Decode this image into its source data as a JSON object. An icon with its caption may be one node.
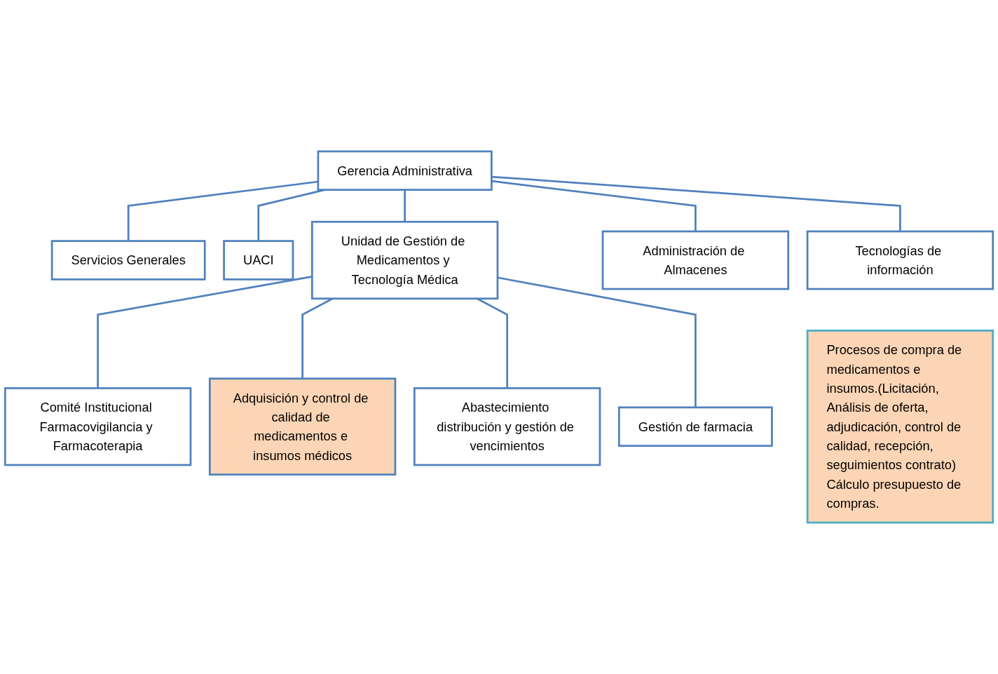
{
  "diagram": {
    "nodes": [
      {
        "text": [
          "Gerencia Administrativa"
        ]
      },
      {
        "text": [
          "Servicios Generales"
        ]
      },
      {
        "text": [
          "UACI"
        ]
      },
      {
        "text": [
          "Unidad de Gestión de Medicamentos y Tecnología Médica"
        ]
      },
      {
        "text": [
          "Administración de Almacenes"
        ]
      },
      {
        "text": [
          "Tecnologías de información"
        ]
      },
      {
        "text": [
          "Comité Institucional Farmacovigilancia y Farmacoterapia"
        ]
      },
      {
        "text": [
          "Adquisición y control de calidad de medicamentos e insumos médicos"
        ]
      },
      {
        "text": [
          "Abastecimiento distribución y gestión de vencimientos"
        ]
      },
      {
        "text": [
          "Gestión de farmacia"
        ]
      },
      {
        "text": [
          "Procesos de compra de medicamentos e insumos.(Licitación, Análisis de oferta, adjudicación, control de calidad, recepción, seguimientos contrato)",
          "Cálculo presupuesto de compras."
        ]
      }
    ],
    "edges": [
      {
        "from": 0,
        "to": 1,
        "arrow": "none"
      },
      {
        "from": 0,
        "to": 2,
        "arrow": "none"
      },
      {
        "from": 0,
        "to": 3,
        "arrow": "none"
      },
      {
        "from": 0,
        "to": 4,
        "arrow": "none"
      },
      {
        "from": 0,
        "to": 5,
        "arrow": "none"
      },
      {
        "from": 3,
        "to": 6,
        "arrow": "none"
      },
      {
        "from": 3,
        "to": 7,
        "arrow": "none"
      },
      {
        "from": 3,
        "to": 8,
        "arrow": "none"
      },
      {
        "from": 3,
        "to": 9,
        "arrow": "none"
      }
    ]
  }
}
